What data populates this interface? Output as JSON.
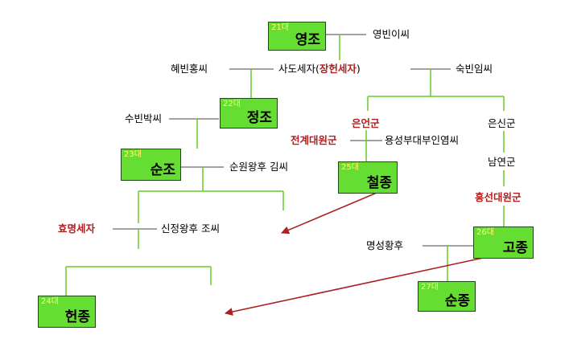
{
  "kings": {
    "yeongjo": {
      "gen": "21대",
      "name": "영조"
    },
    "jeongjo": {
      "gen": "22대",
      "name": "정조"
    },
    "sunjo": {
      "gen": "23대",
      "name": "순조"
    },
    "heonjong": {
      "gen": "24대",
      "name": "헌종"
    },
    "cheoljong": {
      "gen": "25대",
      "name": "철종"
    },
    "gojong": {
      "gen": "26대",
      "name": "고종"
    },
    "sunjong": {
      "gen": "27대",
      "name": "순종"
    }
  },
  "people": {
    "yeongbin": "영빈이씨",
    "hyebin": "혜빈홍씨",
    "sado": "사도세자(",
    "sado_alias": "장헌세자",
    "sado_close": ")",
    "sukbin": "숙빈임씨",
    "subin": "수빈박씨",
    "eoneon": "은언군",
    "eunsin": "은신군",
    "jeongye": "전계대원군",
    "yongseong": "용성부대부인염씨",
    "sunwon": "순원왕후 김씨",
    "namyeon": "남연군",
    "heungseon": "흥선대원군",
    "hyomyeong": "효명세자",
    "sinjeong": "신정왕후 조씨",
    "myeongseong": "명성황후"
  },
  "colors": {
    "king_box": "#66dd33",
    "line": "#66cc22",
    "spouse_line": "#444444",
    "arrow": "#aa2222",
    "highlight_text": "#b02020"
  }
}
